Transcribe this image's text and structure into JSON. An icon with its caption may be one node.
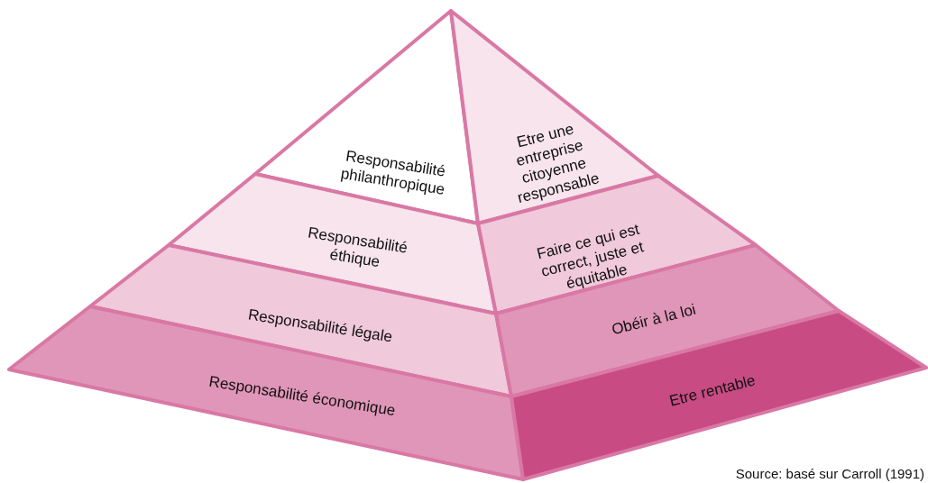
{
  "diagram": {
    "nodes": [
      {
        "text": [
          "Responsabilité philanthropique"
        ]
      },
      {
        "text": [
          "Etre une entreprise citoyenne responsable"
        ]
      },
      {
        "text": [
          "Responsabilité éthique"
        ]
      },
      {
        "text": [
          "Faire ce qui est correct, juste et équitable"
        ]
      },
      {
        "text": [
          "Responsabilité légale"
        ]
      },
      {
        "text": [
          "Obéir à la loi"
        ]
      },
      {
        "text": [
          "Responsabilité économique"
        ]
      },
      {
        "text": [
          "Etre rentable"
        ]
      }
    ],
    "edges": [],
    "labels": [
      "Source: basé sur Carroll (1991)"
    ]
  }
}
